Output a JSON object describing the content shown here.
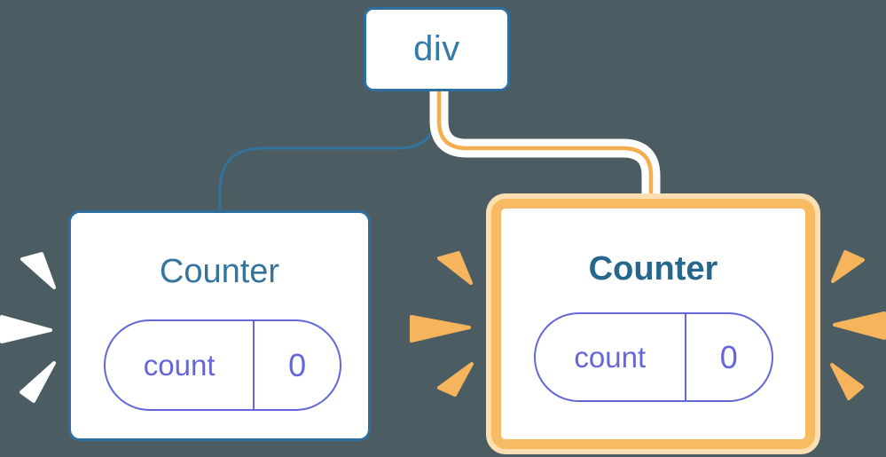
{
  "diagram": {
    "description": "React component tree: a div root element with two Counter child components; each Counter holds a state pill count=0; the right Counter is highlighted as updating (orange glow and orange rays), the left Counter has white rays.",
    "background_color": "#4B5D63"
  },
  "tree": {
    "root": {
      "label": "div"
    },
    "children": [
      {
        "title": "Counter",
        "state": {
          "key": "count",
          "value": "0"
        },
        "highlighted": false
      },
      {
        "title": "Counter",
        "state": {
          "key": "count",
          "value": "0"
        },
        "highlighted": true
      }
    ]
  },
  "colors": {
    "backdrop": "#4B5D63",
    "node_border_blue": "#2E6F9F",
    "node_text_blue": "#3579A8",
    "title_left": "#35749F",
    "title_right_bold": "#26678E",
    "pill_purple": "#6467D8",
    "pill_text_purple": "#6566DC",
    "connector_blue": "#33739E",
    "connector_orange_core": "#F5AE4D",
    "connector_casing": "#FFFFFF",
    "highlight_border_orange": "#F7BB63",
    "highlight_halo": "#FBDFB2",
    "spark_orange": "#F6B45C",
    "spark_white": "#FFFFFF"
  },
  "icons": {
    "left_sparks": "white-ray-burst-icon",
    "right_sparks": "orange-ray-burst-icon"
  }
}
